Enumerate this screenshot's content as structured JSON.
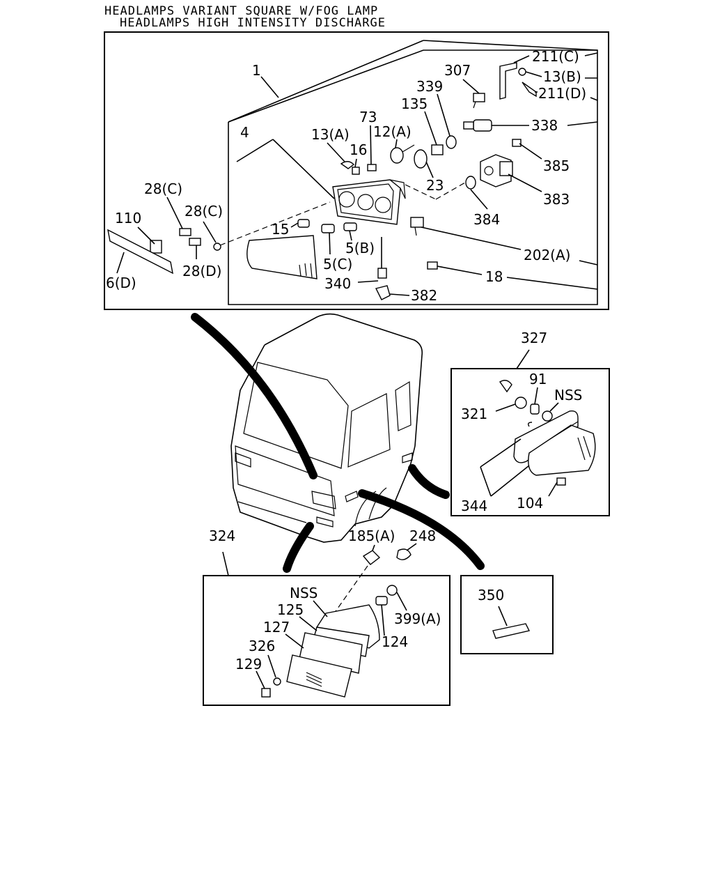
{
  "title": {
    "line1": "HEADLAMPS VARIANT SQUARE W/FOG LAMP",
    "line2": "HEADLAMPS HIGH INTENSITY DISCHARGE"
  },
  "top_callouts": {
    "c1": "1",
    "c4": "4",
    "c13a": "13(A)",
    "c16": "16",
    "c73": "73",
    "c12a": "12(A)",
    "c135": "135",
    "c339": "339",
    "c307": "307",
    "c211c": "211(C)",
    "c13b": "13(B)",
    "c211d": "211(D)",
    "c338": "338",
    "c385": "385",
    "c23": "23",
    "c383": "383",
    "c384": "384",
    "c28c_a": "28(C)",
    "c28c_b": "28(C)",
    "c110": "110",
    "c15": "15",
    "c5b": "5(B)",
    "c5c": "5(C)",
    "c202a": "202(A)",
    "c28d": "28(D)",
    "c6d": "6(D)",
    "c340": "340",
    "c18": "18",
    "c382": "382"
  },
  "side_lamp": {
    "c327": "327",
    "c91": "91",
    "cnss": "NSS",
    "c321": "321",
    "c344": "344",
    "c104": "104"
  },
  "front_lamp": {
    "c324": "324",
    "c185a": "185(A)",
    "c248": "248",
    "cnss": "NSS",
    "c125": "125",
    "c127": "127",
    "c326": "326",
    "c129": "129",
    "c399a": "399(A)",
    "c124": "124"
  },
  "marker": {
    "c350": "350"
  }
}
